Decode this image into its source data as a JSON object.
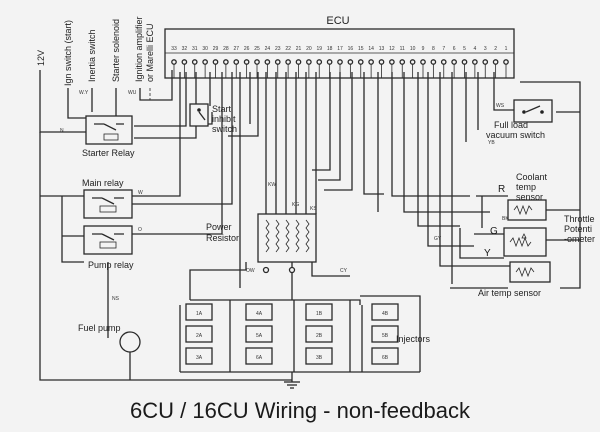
{
  "title": "6CU / 16CU Wiring - non-feedback",
  "ecu": {
    "label": "ECU"
  },
  "supply": {
    "label": "12V"
  },
  "inputs": {
    "ign": "Ign switch (start)",
    "inertia": "Inertia switch",
    "starter_sol": "Starter solenoid",
    "ign_amp": "Ignition amplifier",
    "marelli": "or Marelli ECU"
  },
  "components": {
    "start_inhibit": [
      "Start",
      "inhibit",
      "switch"
    ],
    "starter_relay": "Starter Relay",
    "main_relay": "Main relay",
    "pump_relay": "Pump relay",
    "fuel_pump": "Fuel pump",
    "power_resistor": [
      "Power",
      "Resistor"
    ],
    "full_load": [
      "Full load",
      "vacuum switch"
    ],
    "coolant": [
      "Coolant",
      "temp",
      "sensor"
    ],
    "throttle": [
      "Throttle",
      "Potenti",
      "-ometer"
    ],
    "air_temp": "Air temp sensor",
    "injectors": "Injectors"
  },
  "sensor_letters": {
    "r": "R",
    "g": "G",
    "y": "Y"
  },
  "injector_labels": [
    "1A",
    "2A",
    "3A",
    "4A",
    "5A",
    "6A",
    "1B",
    "2B",
    "3B",
    "4B",
    "5B",
    "6B"
  ],
  "wire_codes": {
    "wy": "W.Y",
    "wu": "WU",
    "n": "N",
    "w": "W",
    "o": "O",
    "ns": "NS",
    "ws": "WS",
    "yb": "YB",
    "ks": "KS",
    "kw": "KW",
    "kg": "KG",
    "gy": "GY",
    "cy": "CY",
    "ow": "OW",
    "bk": "BK"
  },
  "ecu_pins": [
    "33",
    "32",
    "31",
    "30",
    "29",
    "28",
    "27",
    "26",
    "25",
    "24",
    "23",
    "22",
    "21",
    "20",
    "19",
    "18",
    "17",
    "16",
    "15",
    "14",
    "13",
    "12",
    "11",
    "10",
    "9",
    "8",
    "7",
    "6",
    "5",
    "4",
    "3",
    "2",
    "1"
  ]
}
